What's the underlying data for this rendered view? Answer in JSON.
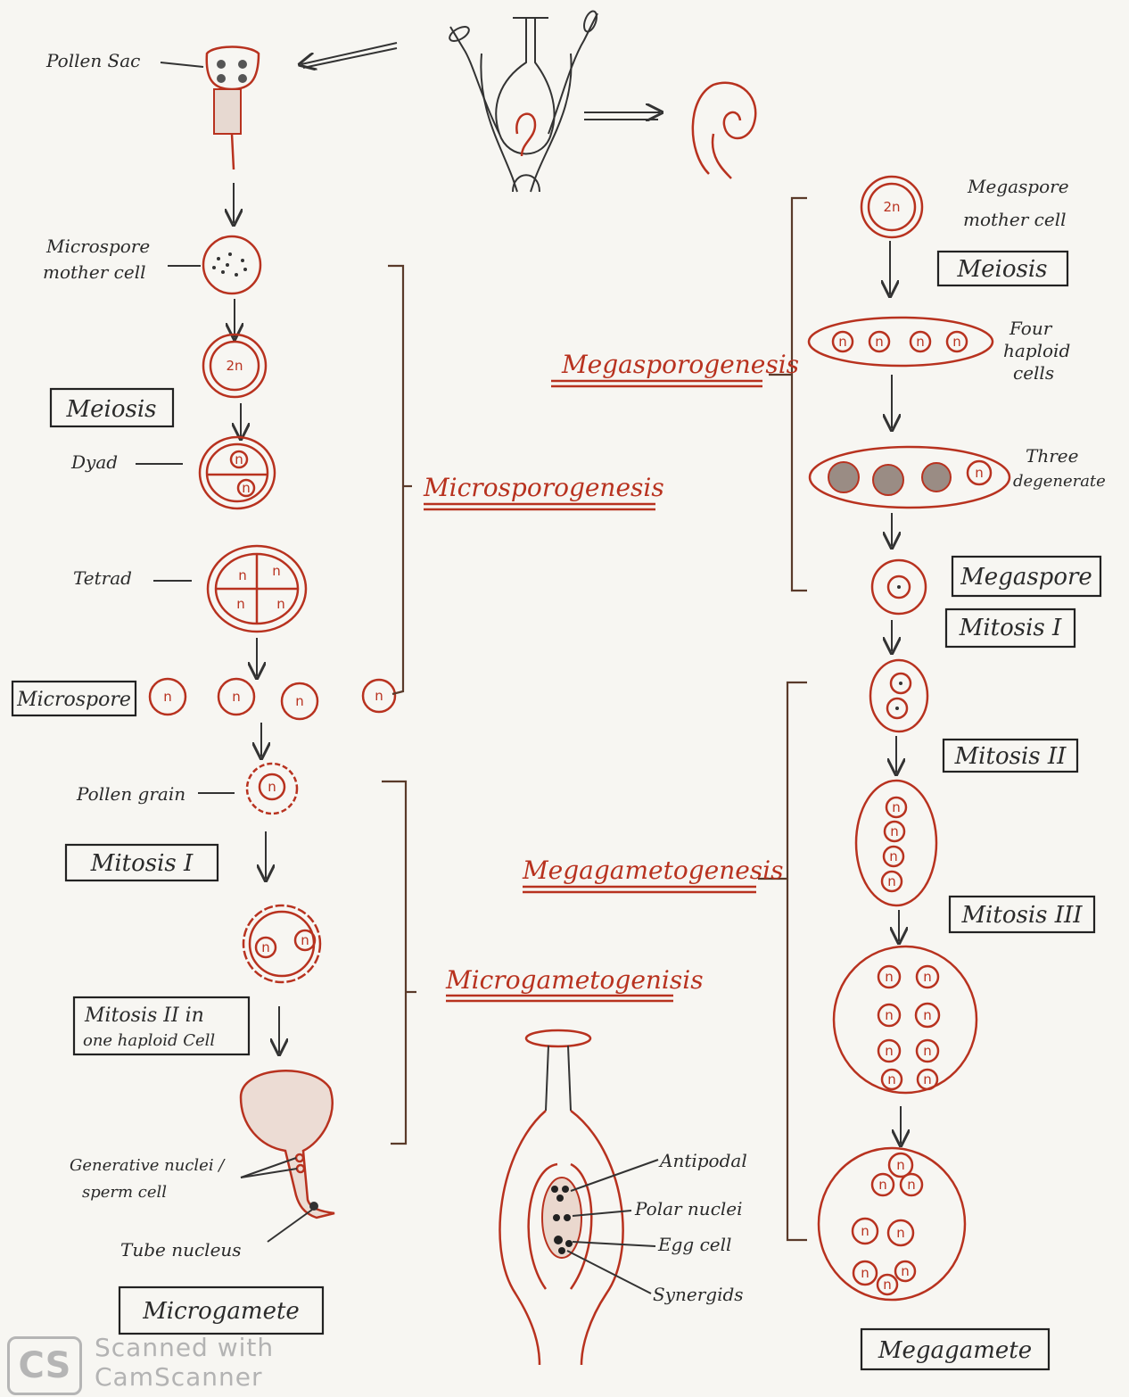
{
  "labels": {
    "pollen_sac": "Pollen Sac",
    "microspore_mother_cell_1": "Microspore",
    "microspore_mother_cell_2": "mother cell",
    "dyad": "Dyad",
    "tetrad": "Tetrad",
    "pollen_grain": "Pollen grain",
    "generative_1": "Generative nuclei /",
    "generative_2": "sperm cell",
    "tube_nucleus": "Tube nucleus",
    "megaspore_mother_cell_1": "Megaspore",
    "megaspore_mother_cell_2": "mother cell",
    "four_haploid_1": "Four",
    "four_haploid_2": "haploid",
    "four_haploid_3": "cells",
    "three_degenerate_1": "Three",
    "three_degenerate_2": "degenerate",
    "antipodal": "Antipodal",
    "polar_nuclei": "Polar nuclei",
    "egg_cell": "Egg cell",
    "synergids": "Synergids",
    "ploidy_2n": "2n",
    "ploidy_n": "n"
  },
  "boxes": {
    "meiosis_left": "Meiosis",
    "microspore": "Microspore",
    "mitosis_1_left": "Mitosis I",
    "mitosis_2_left_1": "Mitosis II in",
    "mitosis_2_left_2": "one haploid Cell",
    "microgamete": "Microgamete",
    "meiosis_right": "Meiosis",
    "megaspore": "Megaspore",
    "mitosis_1_right": "Mitosis I",
    "mitosis_2_right": "Mitosis II",
    "mitosis_3_right": "Mitosis III",
    "megagamete": "Megagamete"
  },
  "stages": {
    "microsporogenesis": "Microsporogenesis",
    "microgametogenesis": "Microgametogenisis",
    "megasporogenesis": "Megasporogenesis",
    "megagametogenesis": "Megagametogenesis"
  },
  "watermark": {
    "logo": "CS",
    "line1": "Scanned with",
    "line2": "CamScanner"
  },
  "colors": {
    "ink_red": "#b8321f",
    "ink_dark": "#222222",
    "paper": "#f7f6f2"
  }
}
